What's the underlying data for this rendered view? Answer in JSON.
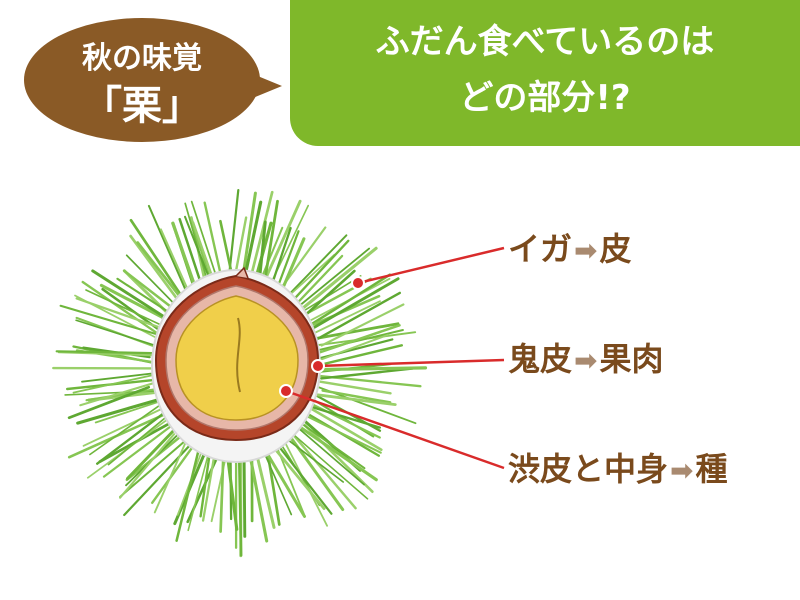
{
  "bubble": {
    "line1": "秋の味覚",
    "line2": "「栗」"
  },
  "question": {
    "line1": "ふだん食べているのは",
    "line2": "どの部分!?"
  },
  "labels": [
    {
      "name": "イガ",
      "arrow": "➡",
      "becomes": "皮"
    },
    {
      "name": "鬼皮",
      "arrow": "➡",
      "becomes": "果肉"
    },
    {
      "name": "渋皮と中身",
      "arrow": "➡",
      "becomes": "種"
    }
  ],
  "colors": {
    "bubble": "#8a5a26",
    "header": "#7fb82a",
    "spines": "#7cc04a",
    "shell": "#b5452a",
    "kernel": "#f0cf4a",
    "leader": "#d92b2b",
    "label_text": "#7a4a1c"
  }
}
